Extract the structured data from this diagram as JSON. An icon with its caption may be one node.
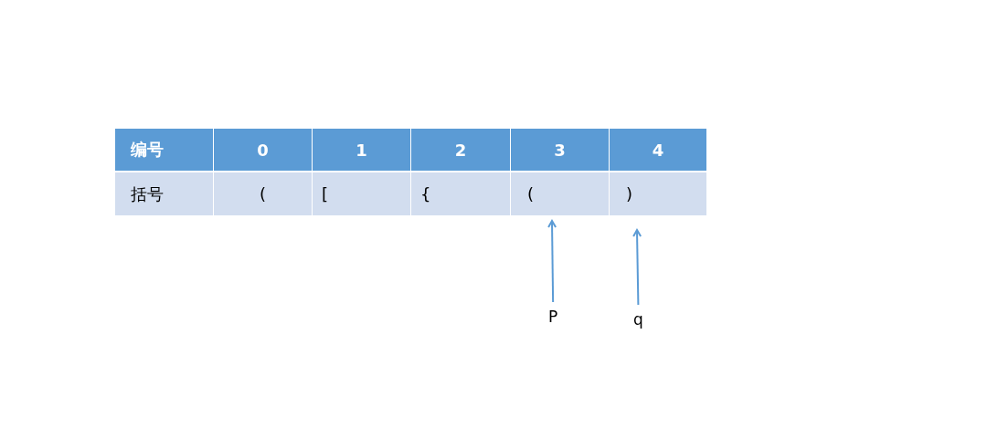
{
  "diagram": {
    "nodes": [
      {
        "text": [
          "P"
        ]
      },
      {
        "text": [
          "q"
        ]
      }
    ],
    "edges": [
      {
        "from": 0,
        "to": null,
        "arrow": "to"
      },
      {
        "from": 1,
        "to": null,
        "arrow": "to"
      }
    ],
    "labels": [
      "编号",
      "0",
      "1",
      "2",
      "3",
      "4",
      "括号",
      "(",
      "[",
      "{",
      "(",
      ")"
    ]
  }
}
